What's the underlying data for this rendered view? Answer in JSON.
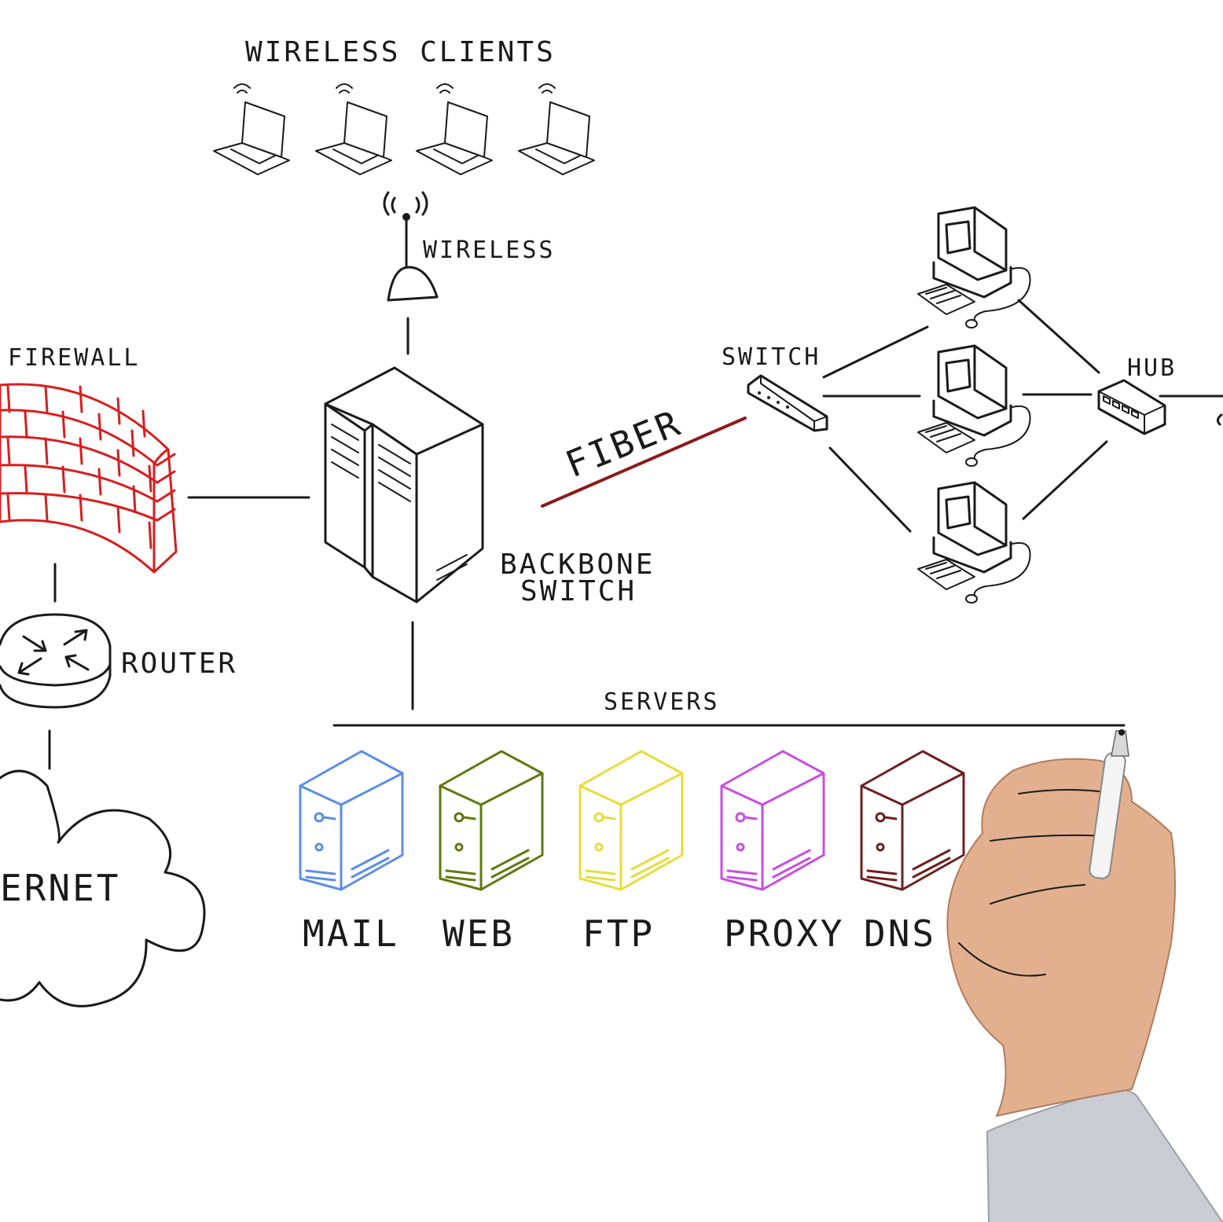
{
  "labels": {
    "wireless_clients": "WIRELESS CLIENTS",
    "wireless": "WIRELESS",
    "firewall": "FIREWALL",
    "fiber": "FIBER",
    "switch": "SWITCH",
    "hub": "HUB",
    "backbone_line1": "BACKBONE",
    "backbone_line2": "SWITCH",
    "router": "ROUTER",
    "internet": "ERNET",
    "servers": "SERVERS"
  },
  "servers": [
    {
      "label": "MAIL",
      "color": "#5b8ee6"
    },
    {
      "label": "WEB",
      "color": "#5f7a10"
    },
    {
      "label": "FTP",
      "color": "#e8dc3a"
    },
    {
      "label": "PROXY",
      "color": "#c84ee0"
    },
    {
      "label": "DNS",
      "color": "#6e1f1f"
    }
  ],
  "colors": {
    "ink": "#1a1a1a",
    "firewall": "#d81e1e",
    "fiber": "#8b1a1a",
    "skin": "#e2b08e",
    "sleeve": "#c9ccd2"
  }
}
